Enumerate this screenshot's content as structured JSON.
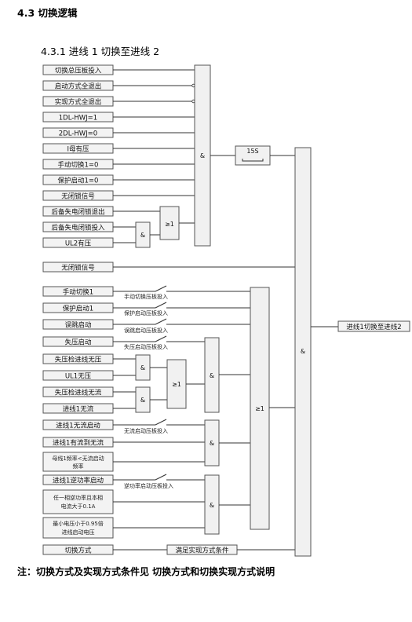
{
  "section_title": "4.3 切换逻辑",
  "subsection_title": "4.3.1 进线 1 切换至进线 2",
  "inputs": {
    "in1": "切换总压板投入",
    "in2": "启动方式全退出",
    "in3": "实现方式全退出",
    "in4": "1DL-HWJ=1",
    "in5": "2DL-HWJ=0",
    "in6": "I母有压",
    "in7": "手动切换1=0",
    "in8": "保护启动1=0",
    "in9": "无闭锁信号",
    "in10": "后备失电闭锁退出",
    "in11": "后备失电闭锁投入",
    "in12": "UL2有压",
    "in13": "无闭锁信号",
    "in14": "手动切换1",
    "in15": "保护启动1",
    "in16": "误跳启动",
    "in17": "失压启动",
    "in18": "失压检进线无压",
    "in19": "UL1无压",
    "in20": "失压检进线无流",
    "in21": "进线1无流",
    "in22": "进线1无流启动",
    "in23": "进线1有流到无流",
    "in24a": "母线1频率<无流启动",
    "in24b": "频率",
    "in25": "进线1逆功率启动",
    "in26a": "任一相逆功率且本相",
    "in26b": "电流大于0.1A",
    "in27a": "最小电压小于0.95倍",
    "in27b": "进线启动电压",
    "in28": "切换方式"
  },
  "switch_labels": {
    "s1": "手动切换压板投入",
    "s2": "保护启动压板投入",
    "s3": "误跳启动压板投入",
    "s4": "失压启动压板投入",
    "s5": "无流启动压板投入",
    "s6": "逆功率启动压板投入"
  },
  "gates": {
    "and_main": "&",
    "or_backup": "≥1",
    "and_backup": "&",
    "timer": "15S",
    "and_final": "&",
    "or_start": "≥1",
    "and_loss": "&",
    "or_loss": "≥1",
    "and_loss1": "&",
    "and_loss2": "&",
    "and_noflow": "&",
    "and_reverse": "&"
  },
  "condition_box": "满足实现方式条件",
  "output": "进线1切换至进线2",
  "note": "注：切换方式及实现方式条件见 切换方式和切换实现方式说明"
}
